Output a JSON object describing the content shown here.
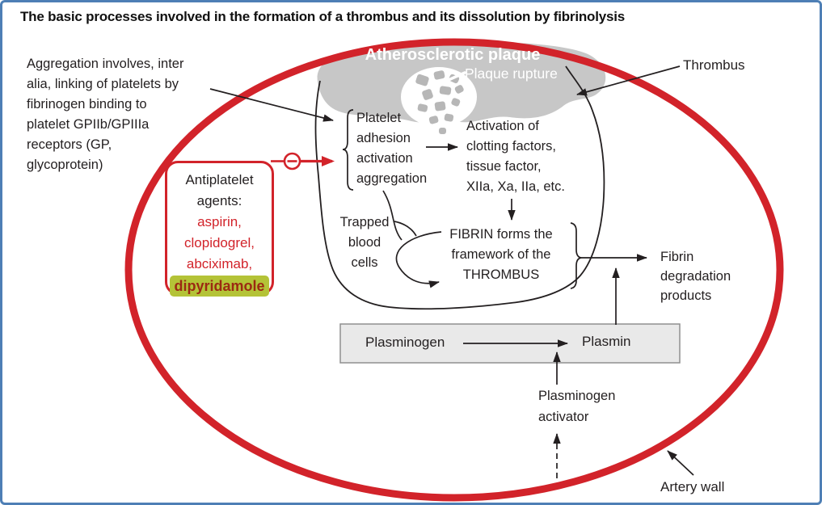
{
  "title": "The basic processes involved in the formation of a thrombus and its dissolution by fibrinolysis",
  "labels": {
    "aggregation_note": "Aggregation involves, inter\nalia, linking of platelets by\nfibrinogen binding to\nplatelet GPIIb/GPIIIa\nreceptors (GP,\nglycoprotein)",
    "atherosclerotic_plaque": "Atherosclerotic plaque",
    "plaque_rupture": "Plaque rupture",
    "thrombus": "Thrombus",
    "platelet_steps": "Platelet\nadhesion\nactivation\naggregation",
    "clotting_activation": "Activation of\nclotting factors,\ntissue factor,\nXIIa, Xa, IIa, etc.",
    "trapped_blood_cells": "Trapped\nblood\ncells",
    "fibrin_framework": "FIBRIN forms the\nframework of the\nTHROMBUS",
    "fibrin_degradation": "Fibrin\ndegradation\nproducts",
    "plasminogen": "Plasminogen",
    "plasmin": "Plasmin",
    "plasminogen_activator": "Plasminogen\nactivator",
    "artery_wall": "Artery wall"
  },
  "antiplatelet": {
    "heading": "Antiplatelet\nagents:",
    "drugs": [
      "aspirin,",
      "clopidogrel,",
      "abciximab,"
    ],
    "highlighted_drug": "dipyridamole"
  },
  "icons": {
    "inhibition": "circle-minus"
  },
  "colors": {
    "red": "#d2232a",
    "plaque_gray": "#c7c7c7",
    "debris_gray": "#b7b7b7",
    "highlight_green": "#b4c337",
    "highlight_text_dark_red": "#9b2912",
    "process_box_fill": "#e9e9e9",
    "process_box_border": "#8f8f8f",
    "text_black": "#231f20",
    "window_border_blue": "#4e7fb5"
  }
}
